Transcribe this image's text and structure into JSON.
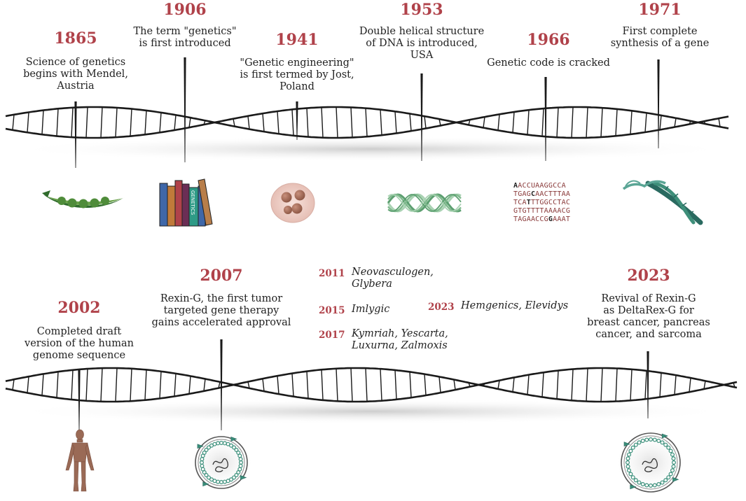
{
  "milestones": [
    {
      "year": "1865",
      "lines": [
        "Science of genetics",
        "begins with Mendel,",
        "Austria"
      ],
      "icon": "pea-pod-icon"
    },
    {
      "year": "1906",
      "lines": [
        "The term \"genetics\"",
        "is first introduced"
      ],
      "icon": "books-icon",
      "book_label": "GENETICS"
    },
    {
      "year": "1941",
      "lines": [
        "\"Genetic engineering\"",
        "is first termed by Jost,",
        "Poland"
      ],
      "icon": "cell-cluster-icon"
    },
    {
      "year": "1953",
      "lines": [
        "Double helical structure",
        "of DNA is introduced,",
        "USA"
      ],
      "icon": "double-helix-icon"
    },
    {
      "year": "1966",
      "lines": [
        "Genetic code is cracked"
      ],
      "icon": "genetic-sequence-icon",
      "sequence": [
        "AACCUAAGGCCA",
        "TGAGCAACTTTAA",
        "TCATTTGGCCTAC",
        "GTGTTTTAAAACG",
        "TAGAACCGGAAAT"
      ]
    },
    {
      "year": "1971",
      "lines": [
        "First complete",
        "synthesis of a gene"
      ],
      "icon": "gene-synthesis-icon"
    },
    {
      "year": "2002",
      "lines": [
        "Completed draft",
        "version of the human",
        "genome sequence"
      ],
      "icon": "human-figure-icon"
    },
    {
      "year": "2007",
      "lines": [
        "Rexin-G, the first tumor",
        "targeted gene therapy",
        "gains accelerated approval"
      ],
      "icon": "viral-vector-icon"
    },
    {
      "year": "2023",
      "lines": [
        "Revival of Rexin-G",
        "as DeltaRex-G for",
        "breast cancer, pancreas",
        "cancer, and sarcoma"
      ],
      "icon": "viral-vector-icon"
    }
  ],
  "approvals": [
    {
      "year": "2011",
      "products": [
        "Neovasculogen,",
        "Glybera"
      ]
    },
    {
      "year": "2015",
      "products": [
        "Imlygic"
      ]
    },
    {
      "year": "2017",
      "products": [
        "Kymriah, Yescarta,",
        "Luxurna, Zalmoxis"
      ]
    },
    {
      "year": "2023",
      "products": [
        "Hemgenics, Elevidys"
      ]
    }
  ],
  "colors": {
    "year": "#b0424a",
    "strand": "#1a1a1a",
    "teal": "#3a8f7a",
    "book_teal": "#2e9a86"
  }
}
